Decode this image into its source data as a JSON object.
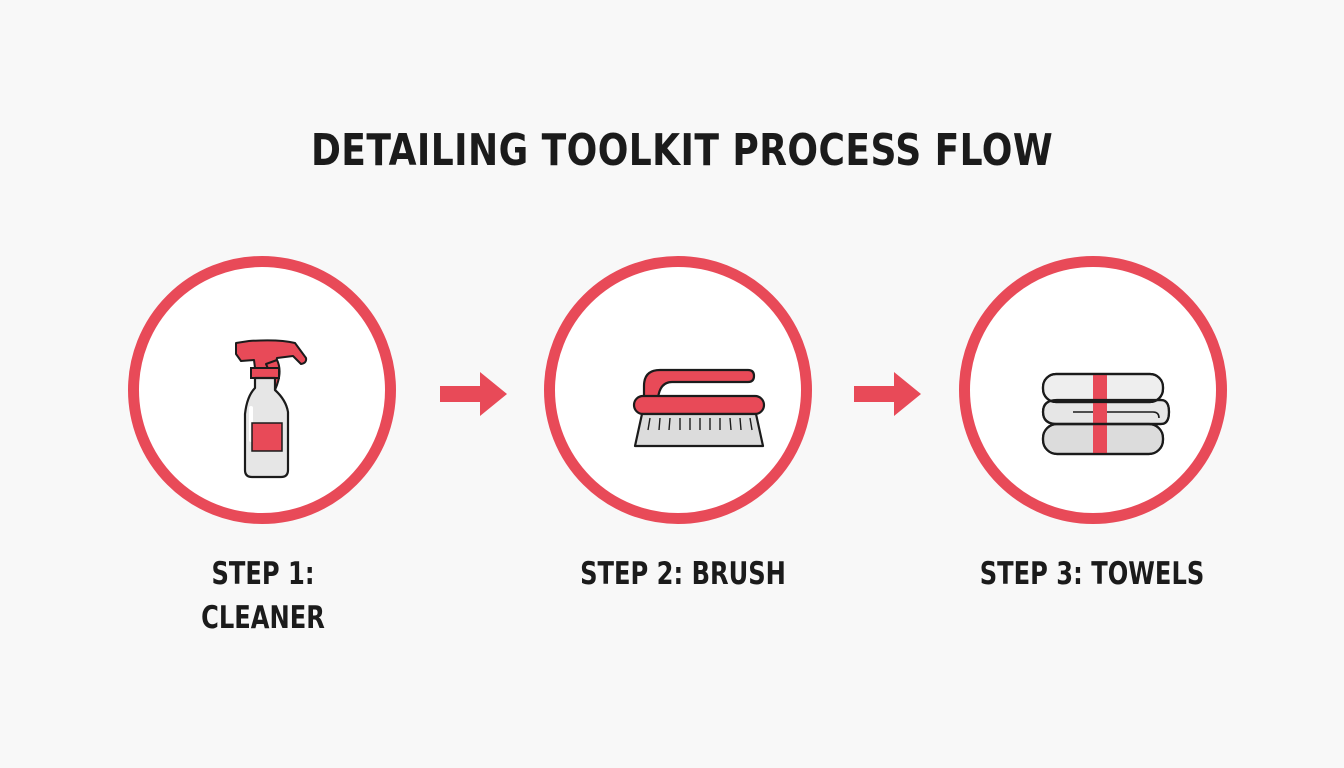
{
  "title": "DETAILING TOOLKIT PROCESS FLOW",
  "colors": {
    "accent": "#e84a58",
    "outline": "#1b1b1b",
    "light_gray": "#e6e6e6",
    "background": "#f8f8f8"
  },
  "steps": [
    {
      "label": "STEP 1: CLEANER",
      "icon": "spray-bottle-icon"
    },
    {
      "label": "STEP 2: BRUSH",
      "icon": "scrub-brush-icon"
    },
    {
      "label": "STEP 3: TOWELS",
      "icon": "towel-stack-icon"
    }
  ],
  "connectors": [
    {
      "icon": "arrow-right-icon"
    },
    {
      "icon": "arrow-right-icon"
    }
  ]
}
